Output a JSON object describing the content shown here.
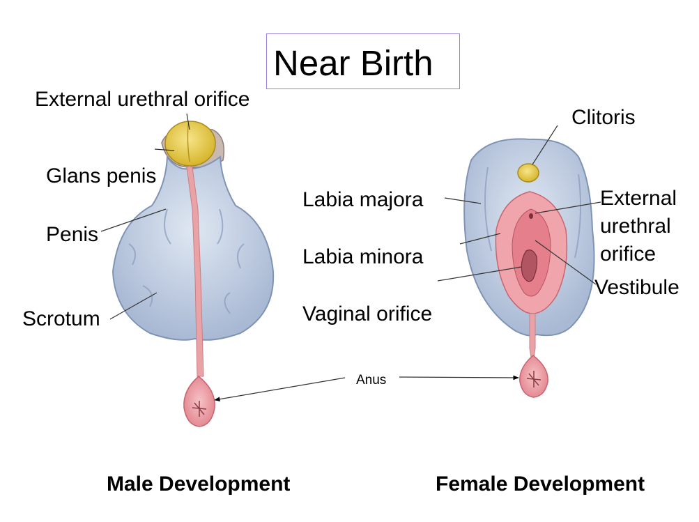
{
  "title": "Near Birth",
  "male": {
    "caption": "Male Development",
    "labels": {
      "external_urethral_orifice": "External urethral orifice",
      "glans_penis": "Glans penis",
      "penis": "Penis",
      "scrotum": "Scrotum"
    }
  },
  "female": {
    "caption": "Female Development",
    "labels": {
      "clitoris": "Clitoris",
      "labia_majora": "Labia majora",
      "labia_minora": "Labia minora",
      "vaginal_orifice": "Vaginal orifice",
      "external_urethral_orifice_line1": "External",
      "external_urethral_orifice_line2": "urethral",
      "external_urethral_orifice_line3": "orifice",
      "vestibule": "Vestibule"
    }
  },
  "shared": {
    "anus": "Anus"
  },
  "colors": {
    "skin_blue": "#b9c7de",
    "skin_blue_dark": "#7f93b5",
    "glans_yellow": "#e9cf4a",
    "raphe_pink": "#e7a0a6",
    "mucosa_pink": "#e98a94",
    "title_border": "#9a7fd6"
  }
}
